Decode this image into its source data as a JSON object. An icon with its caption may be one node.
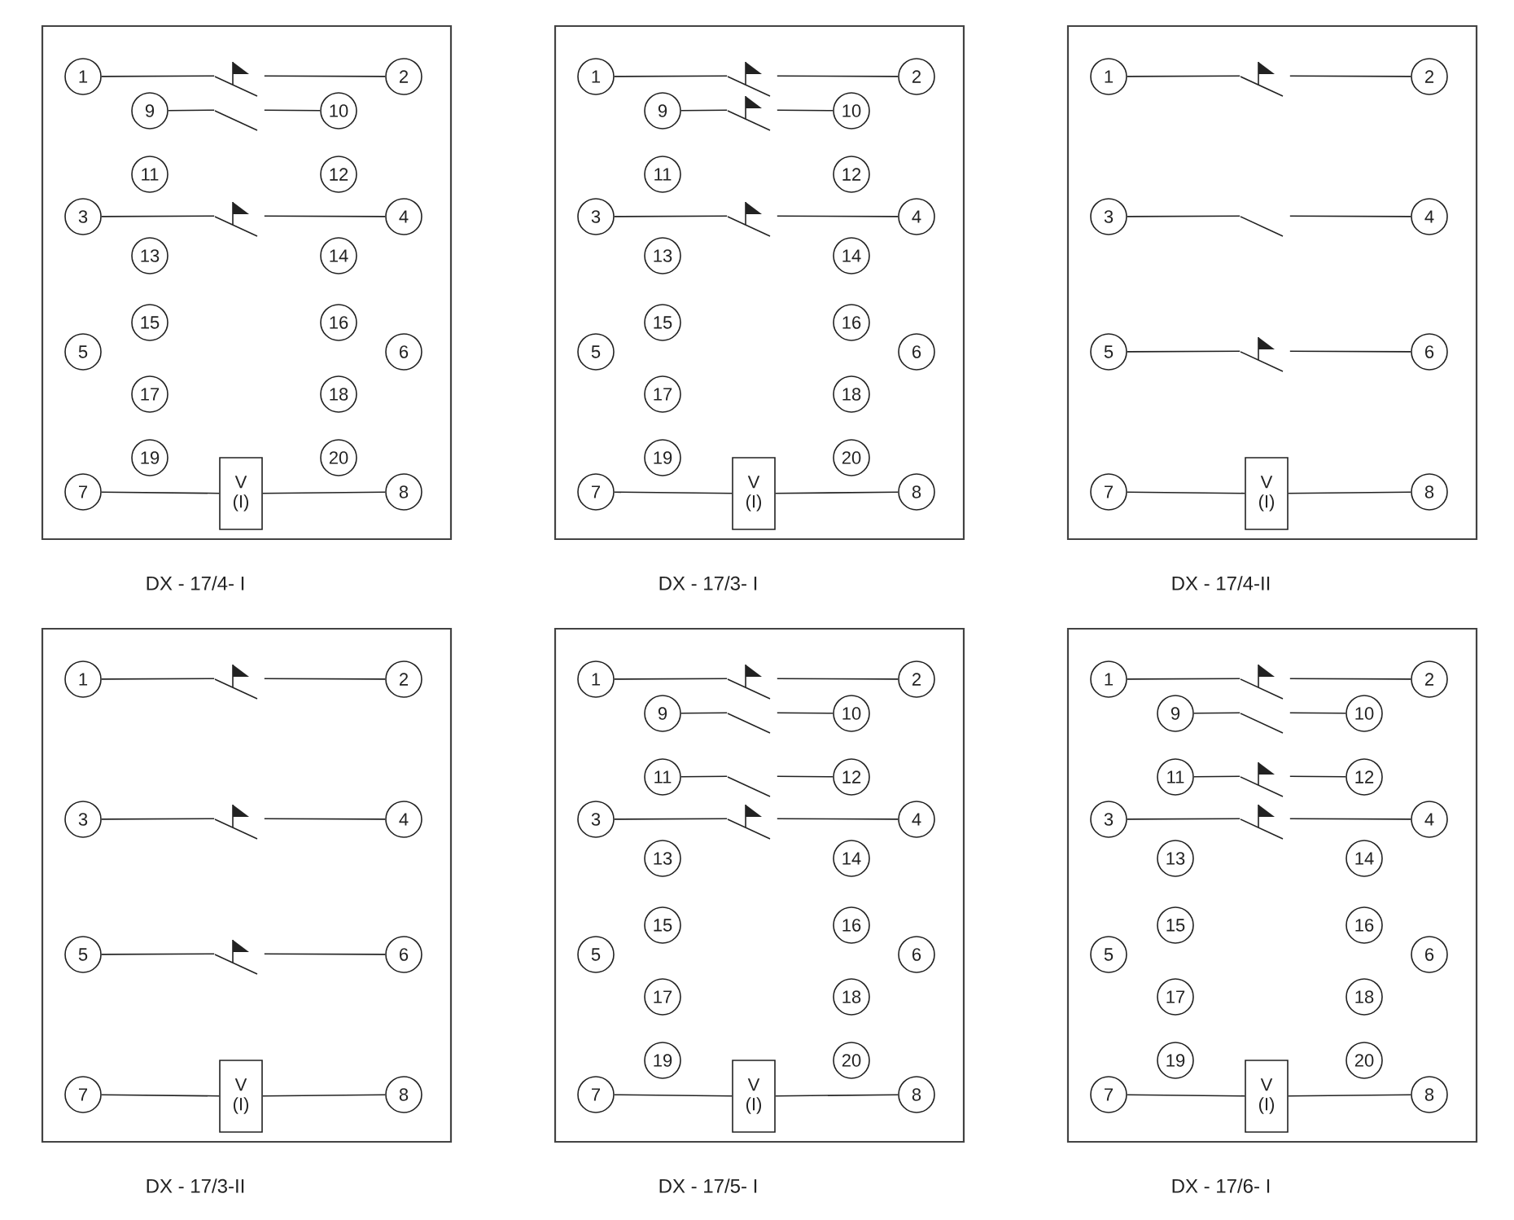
{
  "diagram": {
    "nodes": [
      {
        "text": [],
        "shape": "box",
        "beside": [
          "DX - 17/4- I"
        ]
      },
      {
        "text": [
          "1"
        ],
        "in": 0
      },
      {
        "text": [],
        "shape": "switch",
        "in": 0
      },
      {
        "text": [
          "2"
        ],
        "in": 0
      },
      {
        "text": [
          "9"
        ],
        "in": 0
      },
      {
        "text": [],
        "shape": "switch",
        "in": 0
      },
      {
        "text": [
          "10"
        ],
        "in": 0
      },
      {
        "text": [
          "11"
        ],
        "in": 0
      },
      {
        "text": [
          "12"
        ],
        "in": 0
      },
      {
        "text": [
          "3"
        ],
        "in": 0
      },
      {
        "text": [],
        "shape": "switch",
        "in": 0
      },
      {
        "text": [
          "4"
        ],
        "in": 0
      },
      {
        "text": [
          "13"
        ],
        "in": 0
      },
      {
        "text": [
          "14"
        ],
        "in": 0
      },
      {
        "text": [
          "15"
        ],
        "in": 0
      },
      {
        "text": [
          "16"
        ],
        "in": 0
      },
      {
        "text": [
          "5"
        ],
        "in": 0
      },
      {
        "text": [
          "6"
        ],
        "in": 0
      },
      {
        "text": [
          "17"
        ],
        "in": 0
      },
      {
        "text": [
          "18"
        ],
        "in": 0
      },
      {
        "text": [
          "19"
        ],
        "in": 0
      },
      {
        "text": [
          "20"
        ],
        "in": 0
      },
      {
        "text": [
          "7"
        ],
        "in": 0
      },
      {
        "text": [
          "V (I)"
        ],
        "in": 0
      },
      {
        "text": [
          "8"
        ],
        "in": 0
      },
      {
        "text": [],
        "shape": "box",
        "beside": [
          "DX - 17/3- I"
        ]
      },
      {
        "text": [
          "1"
        ],
        "in": 25
      },
      {
        "text": [],
        "shape": "switch",
        "in": 25
      },
      {
        "text": [
          "2"
        ],
        "in": 25
      },
      {
        "text": [
          "9"
        ],
        "in": 25
      },
      {
        "text": [],
        "shape": "switch",
        "in": 25
      },
      {
        "text": [
          "10"
        ],
        "in": 25
      },
      {
        "text": [
          "11"
        ],
        "in": 25
      },
      {
        "text": [
          "12"
        ],
        "in": 25
      },
      {
        "text": [
          "3"
        ],
        "in": 25
      },
      {
        "text": [],
        "shape": "switch",
        "in": 25
      },
      {
        "text": [
          "4"
        ],
        "in": 25
      },
      {
        "text": [
          "13"
        ],
        "in": 25
      },
      {
        "text": [
          "14"
        ],
        "in": 25
      },
      {
        "text": [
          "15"
        ],
        "in": 25
      },
      {
        "text": [
          "16"
        ],
        "in": 25
      },
      {
        "text": [
          "5"
        ],
        "in": 25
      },
      {
        "text": [
          "6"
        ],
        "in": 25
      },
      {
        "text": [
          "17"
        ],
        "in": 25
      },
      {
        "text": [
          "18"
        ],
        "in": 25
      },
      {
        "text": [
          "19"
        ],
        "in": 25
      },
      {
        "text": [
          "20"
        ],
        "in": 25
      },
      {
        "text": [
          "7"
        ],
        "in": 25
      },
      {
        "text": [
          "V (I)"
        ],
        "in": 25
      },
      {
        "text": [
          "8"
        ],
        "in": 25
      },
      {
        "text": [],
        "shape": "box",
        "beside": [
          "DX - 17/4-II"
        ]
      },
      {
        "text": [
          "1"
        ],
        "in": 50
      },
      {
        "text": [],
        "shape": "switch",
        "in": 50
      },
      {
        "text": [
          "2"
        ],
        "in": 50
      },
      {
        "text": [
          "3"
        ],
        "in": 50
      },
      {
        "text": [],
        "shape": "switch",
        "in": 50
      },
      {
        "text": [
          "4"
        ],
        "in": 50
      },
      {
        "text": [
          "5"
        ],
        "in": 50
      },
      {
        "text": [],
        "shape": "switch",
        "in": 50
      },
      {
        "text": [
          "6"
        ],
        "in": 50
      },
      {
        "text": [
          "7"
        ],
        "in": 50
      },
      {
        "text": [
          "V (I)"
        ],
        "in": 50
      },
      {
        "text": [
          "8"
        ],
        "in": 50
      },
      {
        "text": [],
        "shape": "box",
        "beside": [
          "DX - 17/3-II"
        ]
      },
      {
        "text": [
          "1"
        ],
        "in": 63
      },
      {
        "text": [],
        "shape": "switch",
        "in": 63
      },
      {
        "text": [
          "2"
        ],
        "in": 63
      },
      {
        "text": [
          "3"
        ],
        "in": 63
      },
      {
        "text": [],
        "shape": "switch",
        "in": 63
      },
      {
        "text": [
          "4"
        ],
        "in": 63
      },
      {
        "text": [
          "5"
        ],
        "in": 63
      },
      {
        "text": [],
        "shape": "switch",
        "in": 63
      },
      {
        "text": [
          "6"
        ],
        "in": 63
      },
      {
        "text": [
          "7"
        ],
        "in": 63
      },
      {
        "text": [
          "V (I)"
        ],
        "in": 63
      },
      {
        "text": [
          "8"
        ],
        "in": 63
      },
      {
        "text": [],
        "shape": "box",
        "beside": [
          "DX - 17/5- I"
        ]
      },
      {
        "text": [
          "1"
        ],
        "in": 76
      },
      {
        "text": [],
        "shape": "switch",
        "in": 76
      },
      {
        "text": [
          "2"
        ],
        "in": 76
      },
      {
        "text": [
          "9"
        ],
        "in": 76
      },
      {
        "text": [],
        "shape": "switch",
        "in": 76
      },
      {
        "text": [
          "10"
        ],
        "in": 76
      },
      {
        "text": [
          "11"
        ],
        "in": 76
      },
      {
        "text": [],
        "shape": "switch",
        "in": 76
      },
      {
        "text": [
          "12"
        ],
        "in": 76
      },
      {
        "text": [
          "3"
        ],
        "in": 76
      },
      {
        "text": [],
        "shape": "switch",
        "in": 76
      },
      {
        "text": [
          "4"
        ],
        "in": 76
      },
      {
        "text": [
          "13"
        ],
        "in": 76
      },
      {
        "text": [
          "14"
        ],
        "in": 76
      },
      {
        "text": [
          "15"
        ],
        "in": 76
      },
      {
        "text": [
          "16"
        ],
        "in": 76
      },
      {
        "text": [
          "5"
        ],
        "in": 76
      },
      {
        "text": [
          "6"
        ],
        "in": 76
      },
      {
        "text": [
          "17"
        ],
        "in": 76
      },
      {
        "text": [
          "18"
        ],
        "in": 76
      },
      {
        "text": [
          "19"
        ],
        "in": 76
      },
      {
        "text": [
          "20"
        ],
        "in": 76
      },
      {
        "text": [
          "7"
        ],
        "in": 76
      },
      {
        "text": [
          "V (I)"
        ],
        "in": 76
      },
      {
        "text": [
          "8"
        ],
        "in": 76
      },
      {
        "text": [],
        "shape": "box",
        "beside": [
          "DX - 17/6- I"
        ]
      },
      {
        "text": [
          "1"
        ],
        "in": 102
      },
      {
        "text": [],
        "shape": "switch",
        "in": 102
      },
      {
        "text": [
          "2"
        ],
        "in": 102
      },
      {
        "text": [
          "9"
        ],
        "in": 102
      },
      {
        "text": [],
        "shape": "switch",
        "in": 102
      },
      {
        "text": [
          "10"
        ],
        "in": 102
      },
      {
        "text": [
          "11"
        ],
        "in": 102
      },
      {
        "text": [],
        "shape": "switch",
        "in": 102
      },
      {
        "text": [
          "12"
        ],
        "in": 102
      },
      {
        "text": [
          "3"
        ],
        "in": 102
      },
      {
        "text": [],
        "shape": "switch",
        "in": 102
      },
      {
        "text": [
          "4"
        ],
        "in": 102
      },
      {
        "text": [
          "13"
        ],
        "in": 102
      },
      {
        "text": [
          "14"
        ],
        "in": 102
      },
      {
        "text": [
          "15"
        ],
        "in": 102
      },
      {
        "text": [
          "16"
        ],
        "in": 102
      },
      {
        "text": [
          "5"
        ],
        "in": 102
      },
      {
        "text": [
          "6"
        ],
        "in": 102
      },
      {
        "text": [
          "17"
        ],
        "in": 102
      },
      {
        "text": [
          "18"
        ],
        "in": 102
      },
      {
        "text": [
          "19"
        ],
        "in": 102
      },
      {
        "text": [
          "20"
        ],
        "in": 102
      },
      {
        "text": [
          "7"
        ],
        "in": 102
      },
      {
        "text": [
          "V (I)"
        ],
        "in": 102
      },
      {
        "text": [
          "8"
        ],
        "in": 102
      }
    ],
    "edges": [
      {
        "from": 1,
        "to": 2,
        "arrow": "none"
      },
      {
        "from": 2,
        "to": 3,
        "arrow": "none"
      },
      {
        "from": 4,
        "to": 5,
        "arrow": "none"
      },
      {
        "from": 5,
        "to": 6,
        "arrow": "none"
      },
      {
        "from": 9,
        "to": 10,
        "arrow": "none"
      },
      {
        "from": 10,
        "to": 11,
        "arrow": "none"
      },
      {
        "from": 22,
        "to": 23,
        "arrow": "none"
      },
      {
        "from": 23,
        "to": 24,
        "arrow": "none"
      },
      {
        "from": 26,
        "to": 27,
        "arrow": "none"
      },
      {
        "from": 27,
        "to": 28,
        "arrow": "none"
      },
      {
        "from": 29,
        "to": 30,
        "arrow": "none"
      },
      {
        "from": 30,
        "to": 31,
        "arrow": "none"
      },
      {
        "from": 34,
        "to": 35,
        "arrow": "none"
      },
      {
        "from": 35,
        "to": 36,
        "arrow": "none"
      },
      {
        "from": 47,
        "to": 48,
        "arrow": "none"
      },
      {
        "from": 48,
        "to": 49,
        "arrow": "none"
      },
      {
        "from": 51,
        "to": 52,
        "arrow": "none"
      },
      {
        "from": 52,
        "to": 53,
        "arrow": "none"
      },
      {
        "from": 54,
        "to": 55,
        "arrow": "none"
      },
      {
        "from": 55,
        "to": 56,
        "arrow": "none"
      },
      {
        "from": 57,
        "to": 58,
        "arrow": "none"
      },
      {
        "from": 58,
        "to": 59,
        "arrow": "none"
      },
      {
        "from": 60,
        "to": 61,
        "arrow": "none"
      },
      {
        "from": 61,
        "to": 62,
        "arrow": "none"
      },
      {
        "from": 64,
        "to": 65,
        "arrow": "none"
      },
      {
        "from": 65,
        "to": 66,
        "arrow": "none"
      },
      {
        "from": 67,
        "to": 68,
        "arrow": "none"
      },
      {
        "from": 68,
        "to": 69,
        "arrow": "none"
      },
      {
        "from": 70,
        "to": 71,
        "arrow": "none"
      },
      {
        "from": 71,
        "to": 72,
        "arrow": "none"
      },
      {
        "from": 73,
        "to": 74,
        "arrow": "none"
      },
      {
        "from": 74,
        "to": 75,
        "arrow": "none"
      },
      {
        "from": 77,
        "to": 78,
        "arrow": "none"
      },
      {
        "from": 78,
        "to": 79,
        "arrow": "none"
      },
      {
        "from": 80,
        "to": 81,
        "arrow": "none"
      },
      {
        "from": 81,
        "to": 82,
        "arrow": "none"
      },
      {
        "from": 83,
        "to": 84,
        "arrow": "none"
      },
      {
        "from": 84,
        "to": 85,
        "arrow": "none"
      },
      {
        "from": 86,
        "to": 87,
        "arrow": "none"
      },
      {
        "from": 87,
        "to": 88,
        "arrow": "none"
      },
      {
        "from": 99,
        "to": 100,
        "arrow": "none"
      },
      {
        "from": 100,
        "to": 101,
        "arrow": "none"
      },
      {
        "from": 103,
        "to": 104,
        "arrow": "none"
      },
      {
        "from": 104,
        "to": 105,
        "arrow": "none"
      },
      {
        "from": 106,
        "to": 107,
        "arrow": "none"
      },
      {
        "from": 107,
        "to": 108,
        "arrow": "none"
      },
      {
        "from": 109,
        "to": 110,
        "arrow": "none"
      },
      {
        "from": 110,
        "to": 111,
        "arrow": "none"
      },
      {
        "from": 112,
        "to": 113,
        "arrow": "none"
      },
      {
        "from": 113,
        "to": 114,
        "arrow": "none"
      },
      {
        "from": 125,
        "to": 126,
        "arrow": "none"
      },
      {
        "from": 126,
        "to": 127,
        "arrow": "none"
      }
    ]
  }
}
